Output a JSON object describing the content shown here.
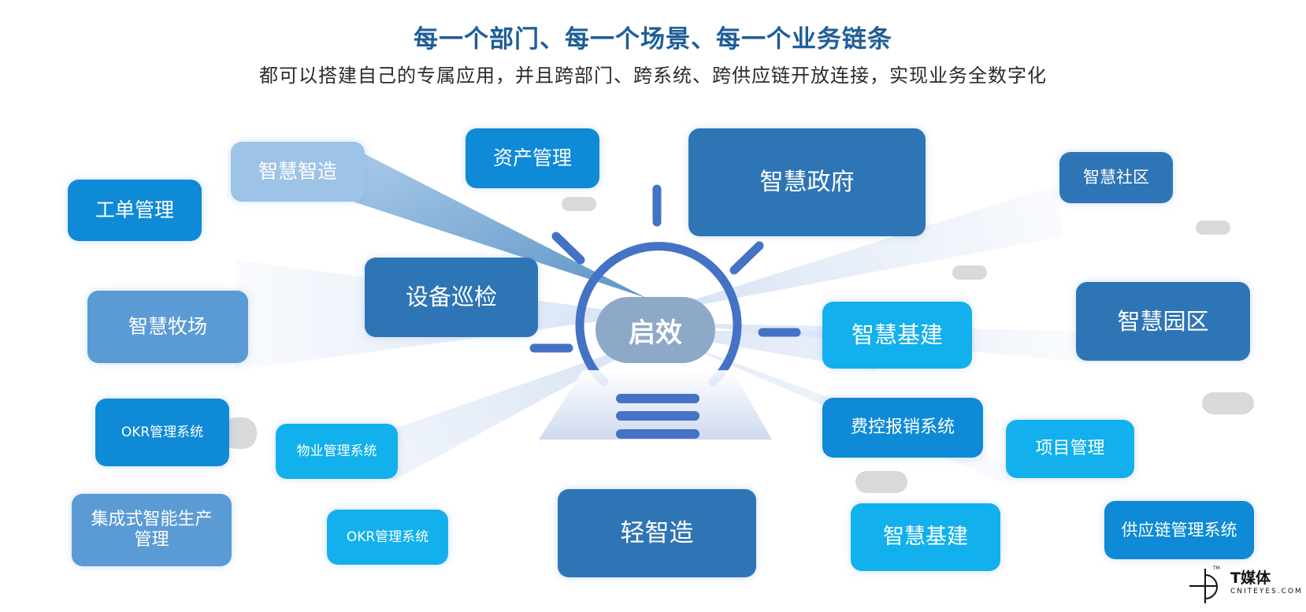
{
  "header": {
    "title": "每一个部门、每一个场景、每一个业务链条",
    "subtitle": "都可以搭建自己的专属应用，并且跨部门、跨系统、跨供应链开放连接，实现业务全数字化"
  },
  "center": {
    "label": "启效"
  },
  "nodes": [
    {
      "id": "gongdan",
      "label": "工单管理"
    },
    {
      "id": "zhihui-zhizao",
      "label": "智慧智造"
    },
    {
      "id": "zichan",
      "label": "资产管理"
    },
    {
      "id": "zhengfu",
      "label": "智慧政府"
    },
    {
      "id": "shequ",
      "label": "智慧社区"
    },
    {
      "id": "shebei",
      "label": "设备巡检"
    },
    {
      "id": "muchang",
      "label": "智慧牧场"
    },
    {
      "id": "jijian-1",
      "label": "智慧基建"
    },
    {
      "id": "yuanqu",
      "label": "智慧园区"
    },
    {
      "id": "okr-1",
      "label": "OKR管理系统"
    },
    {
      "id": "wuye",
      "label": "物业管理系统"
    },
    {
      "id": "feikong",
      "label": "费控报销系统"
    },
    {
      "id": "xiangmu",
      "label": "项目管理"
    },
    {
      "id": "jicheng",
      "label": "集成式智能生产管理"
    },
    {
      "id": "okr-2",
      "label": "OKR管理系统"
    },
    {
      "id": "qing-zhizao",
      "label": "轻智造"
    },
    {
      "id": "jijian-2",
      "label": "智慧基建"
    },
    {
      "id": "gongying",
      "label": "供应链管理系统"
    }
  ],
  "logo": {
    "name_cn": "T媒体",
    "name_en": "CNITEYES.COM",
    "mark": "TM"
  },
  "colors": {
    "title": "#1f5e99",
    "navy": "#2e75b6",
    "blue": "#0e8ad6",
    "sky": "#12b0ec",
    "light": "#5b9bd5",
    "pale": "#9dc3e6",
    "bulb": "#4472c4",
    "center_fill": "#8ea9c8"
  }
}
